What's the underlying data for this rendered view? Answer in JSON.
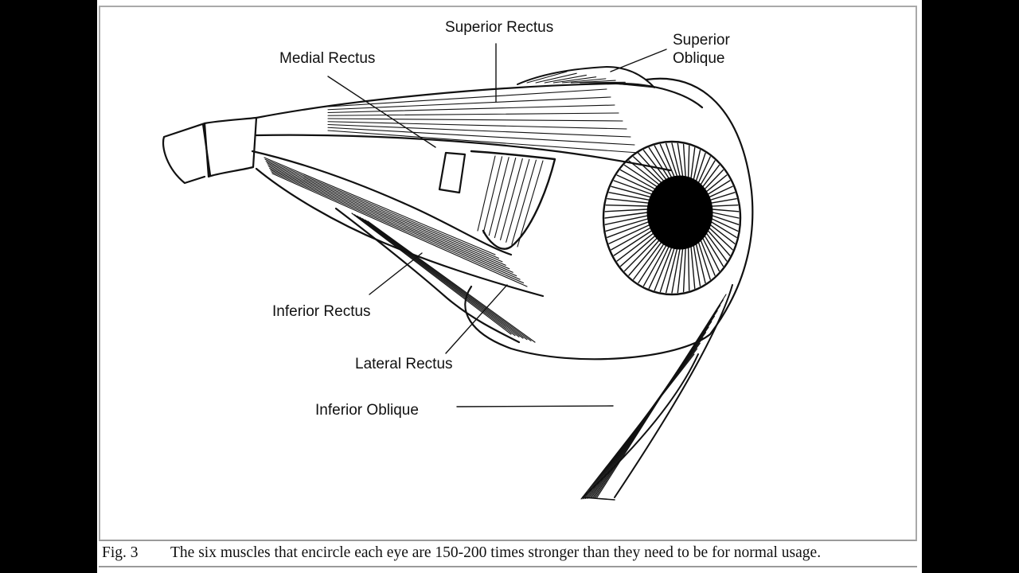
{
  "figure": {
    "title": "Extraocular muscles of the eye",
    "labels": {
      "superior_rectus": "Superior Rectus",
      "medial_rectus": "Medial Rectus",
      "superior_oblique_line1": "Superior",
      "superior_oblique_line2": "Oblique",
      "inferior_rectus": "Inferior Rectus",
      "lateral_rectus": "Lateral Rectus",
      "inferior_oblique": "Inferior Oblique"
    },
    "colors": {
      "ink": "#111111",
      "background": "#ffffff",
      "letterbox": "#000000",
      "frame": "#a9a9a9"
    }
  },
  "caption": {
    "figure_number": "Fig. 3",
    "text": "The six muscles that encircle each eye are 150-200 times stronger than they need to be for normal usage."
  }
}
